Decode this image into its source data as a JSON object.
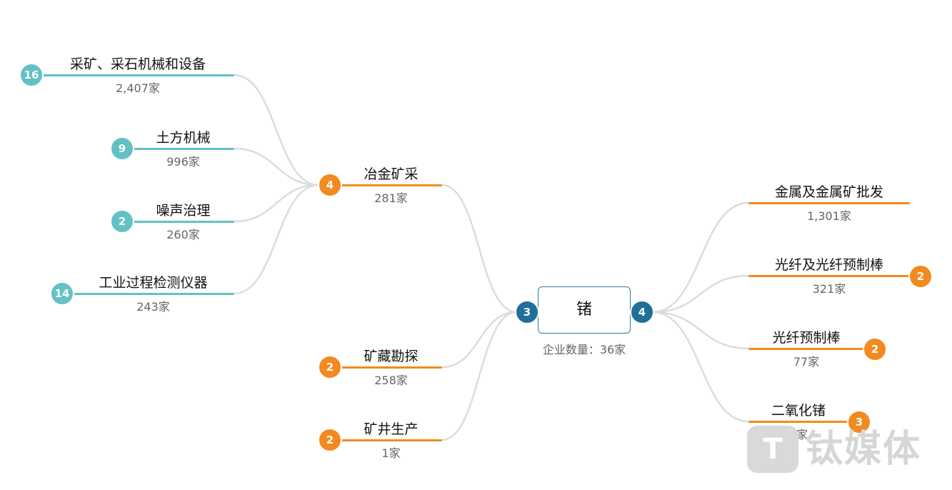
{
  "center": {
    "title": "锗",
    "count_text": "企业数量：36家",
    "left_badge": "3",
    "right_badge": "4"
  },
  "level1_left": [
    {
      "name": "冶金矿采",
      "count": "281家",
      "badge": "4"
    },
    {
      "name": "矿藏勘探",
      "count": "258家",
      "badge": "2"
    },
    {
      "name": "矿井生产",
      "count": "1家",
      "badge": "2"
    }
  ],
  "level2_left": [
    {
      "name": "采矿、采石机械和设备",
      "count": "2,407家",
      "badge": "16"
    },
    {
      "name": "土方机械",
      "count": "996家",
      "badge": "9"
    },
    {
      "name": "噪声治理",
      "count": "260家",
      "badge": "2"
    },
    {
      "name": "工业过程检测仪器",
      "count": "243家",
      "badge": "14"
    }
  ],
  "level1_right": [
    {
      "name": "金属及金属矿批发",
      "count": "1,301家",
      "badge": ""
    },
    {
      "name": "光纤及光纤预制棒",
      "count": "321家",
      "badge": "2"
    },
    {
      "name": "光纤预制棒",
      "count": "77家",
      "badge": "2"
    },
    {
      "name": "二氧化锗",
      "count": "3家",
      "badge": "3"
    }
  ],
  "watermark": {
    "logo": "T",
    "text": "钛媒体"
  },
  "colors": {
    "orange": "#f28a1f",
    "teal": "#63c1c5",
    "blue": "#1f6f99",
    "connector": "#dcdcdc"
  }
}
